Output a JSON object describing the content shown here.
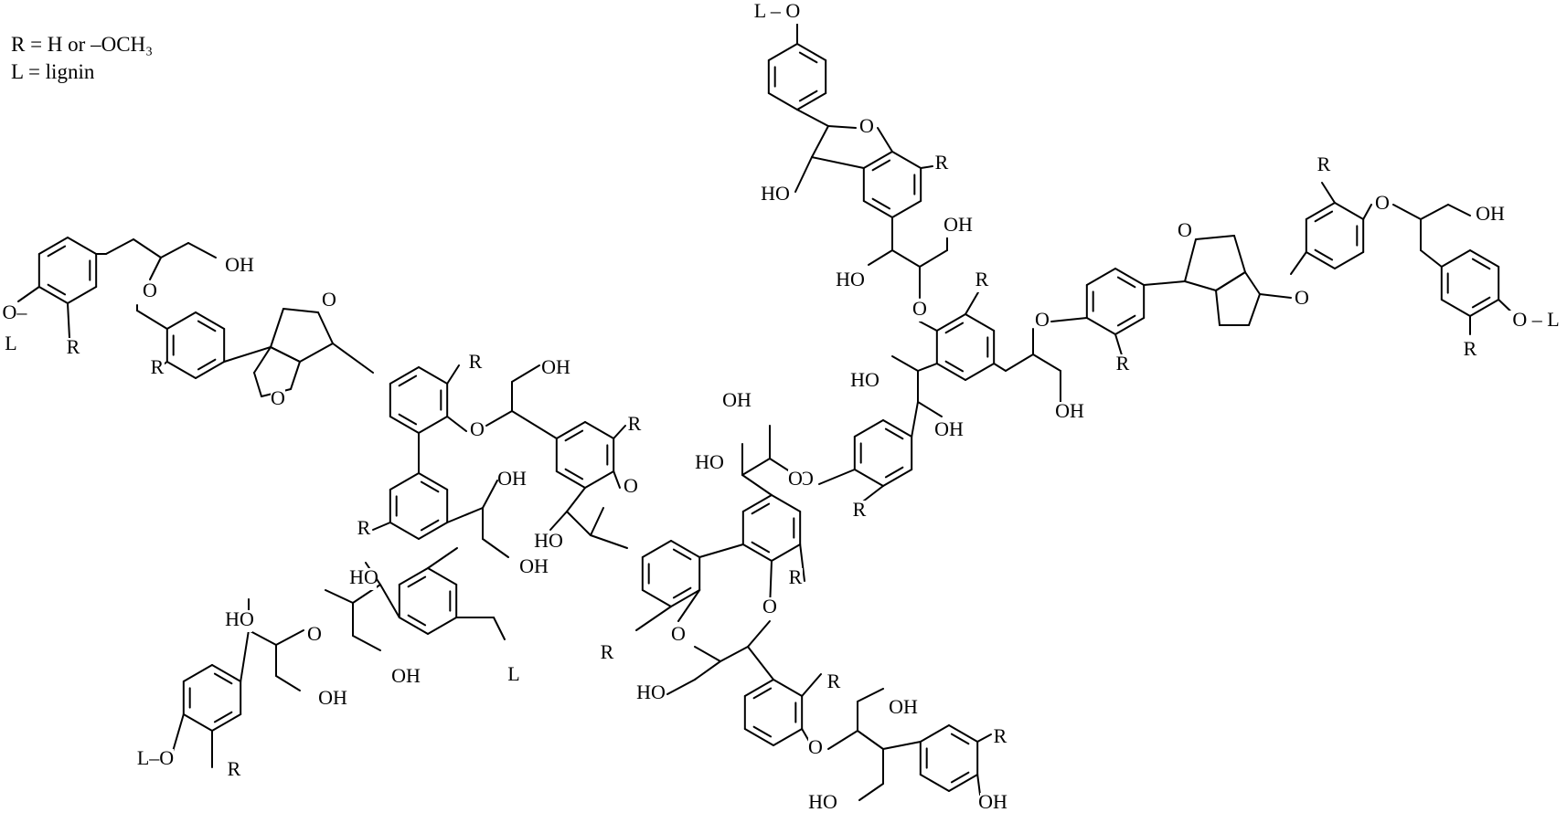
{
  "legend": {
    "r_line": "R = H or –OCH₃",
    "l_line": "L = lignin"
  },
  "atom_labels": {
    "R": "R",
    "L": "L",
    "O": "O",
    "OH": "OH",
    "HO": "HO",
    "O_L": "O – L",
    "L_O": "L – O",
    "O_dash": "O–",
    "L_dash_O": "L–O"
  }
}
